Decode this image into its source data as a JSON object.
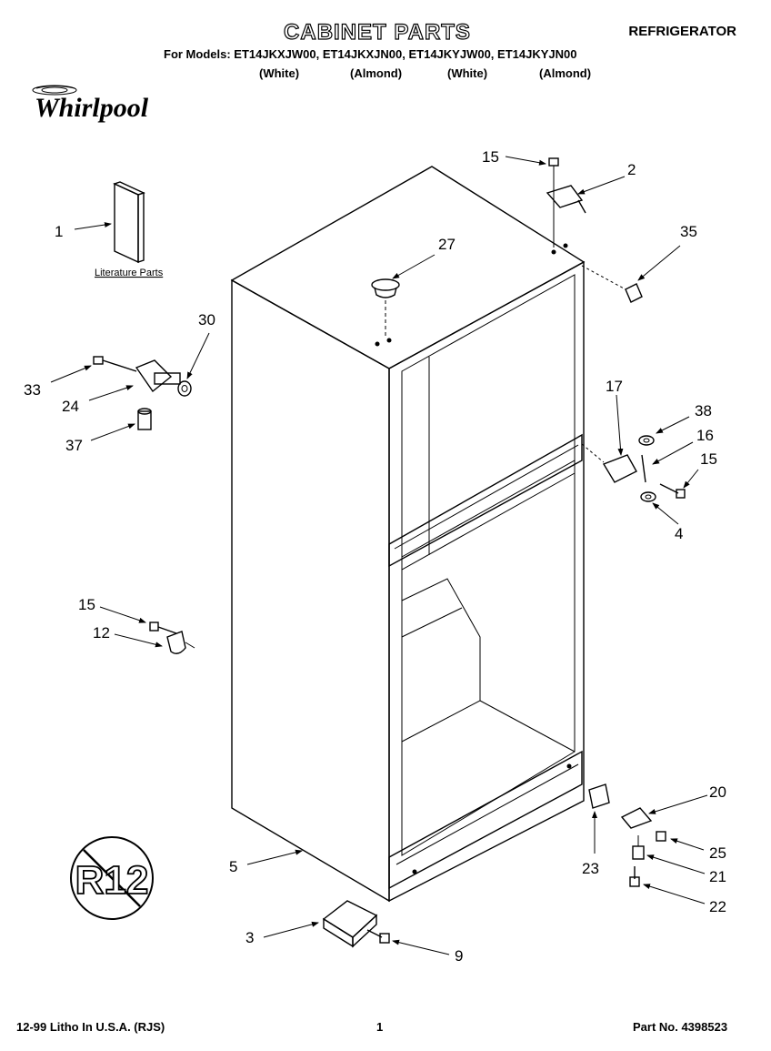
{
  "header": {
    "title": "CABINET PARTS",
    "appliance": "REFRIGERATOR",
    "models_line": "For Models: ET14JKXJW00, ET14JKXJN00, ET14JKYJW00, ET14JKYJN00",
    "colors": [
      "(White)",
      "(Almond)",
      "(White)",
      "(Almond)"
    ]
  },
  "brand": {
    "logo_text": "Whirlpool"
  },
  "literature": {
    "caption": "Literature Parts"
  },
  "callouts": [
    {
      "id": "c1",
      "text": "1"
    },
    {
      "id": "c2",
      "text": "2"
    },
    {
      "id": "c3",
      "text": "3"
    },
    {
      "id": "c4",
      "text": "4"
    },
    {
      "id": "c5",
      "text": "5"
    },
    {
      "id": "c9",
      "text": "9"
    },
    {
      "id": "c12",
      "text": "12"
    },
    {
      "id": "c15a",
      "text": "15"
    },
    {
      "id": "c15b",
      "text": "15"
    },
    {
      "id": "c15c",
      "text": "15"
    },
    {
      "id": "c16",
      "text": "16"
    },
    {
      "id": "c17",
      "text": "17"
    },
    {
      "id": "c20",
      "text": "20"
    },
    {
      "id": "c21",
      "text": "21"
    },
    {
      "id": "c22",
      "text": "22"
    },
    {
      "id": "c23",
      "text": "23"
    },
    {
      "id": "c24",
      "text": "24"
    },
    {
      "id": "c25",
      "text": "25"
    },
    {
      "id": "c27",
      "text": "27"
    },
    {
      "id": "c30",
      "text": "30"
    },
    {
      "id": "c33",
      "text": "33"
    },
    {
      "id": "c35",
      "text": "35"
    },
    {
      "id": "c37",
      "text": "37"
    },
    {
      "id": "c38",
      "text": "38"
    }
  ],
  "badge": {
    "text": "R12"
  },
  "footer": {
    "litho": "12-99 Litho In U.S.A. (RJS)",
    "page": "1",
    "part_no": "Part No. 4398523"
  }
}
